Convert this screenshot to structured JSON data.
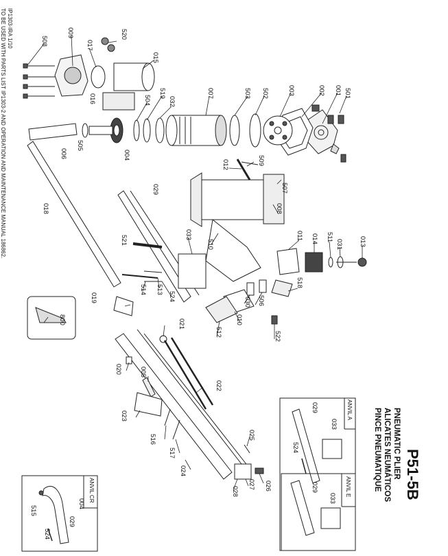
{
  "header": {
    "model": "P51-5B",
    "names": [
      "PNEUMATIC PLIER",
      "ALICATES NEUMÁTICOS",
      "PINCE PNEUMATIQUE"
    ]
  },
  "footer": {
    "line1": "IP1303-IRA  1/10",
    "line2": "TO BE USED WITH PARTS LIST IP1303-2 AND OPERATION AND MAINTENANCE MANUAL 186862."
  },
  "insets": {
    "anvil_a": {
      "title": "ANVIL A",
      "parts": [
        "029",
        "033",
        "524"
      ]
    },
    "anvil_e": {
      "title": "ANVIL E",
      "parts": [
        "029",
        "033"
      ]
    },
    "anvil_cr": {
      "title": "ANVIL CR",
      "parts": [
        "004",
        "029",
        "515",
        "524"
      ]
    }
  },
  "callouts": {
    "p501": "501",
    "p001": "001",
    "p002": "002",
    "p003": "003",
    "p502": "502",
    "p503": "503",
    "p007": "007",
    "p032": "032",
    "p519": "519",
    "p504": "504",
    "p016": "016",
    "p015": "015",
    "p520": "520",
    "p017": "017",
    "p009": "009",
    "p508": "508",
    "p505": "505",
    "p004": "004",
    "p006": "006",
    "p018": "018",
    "p509": "509",
    "p012": "012",
    "p507": "507",
    "p008": "008",
    "p029": "029",
    "p510": "510",
    "p033": "033",
    "p521": "521",
    "p013": "013",
    "p031": "031",
    "p511": "511",
    "p014": "014",
    "p011": "011",
    "p518": "518",
    "p506": "506",
    "p030": "030",
    "p010": "010",
    "p512": "512",
    "p522": "522",
    "p513": "513",
    "p524": "524",
    "p514": "514",
    "p019": "019",
    "p800": "800",
    "p021": "021",
    "p020": "020",
    "p005": "005",
    "p022": "022",
    "p023": "023",
    "p516": "516",
    "p517": "517",
    "p024": "024",
    "p025": "025",
    "p026": "026",
    "p027": "027",
    "p028": "028"
  }
}
